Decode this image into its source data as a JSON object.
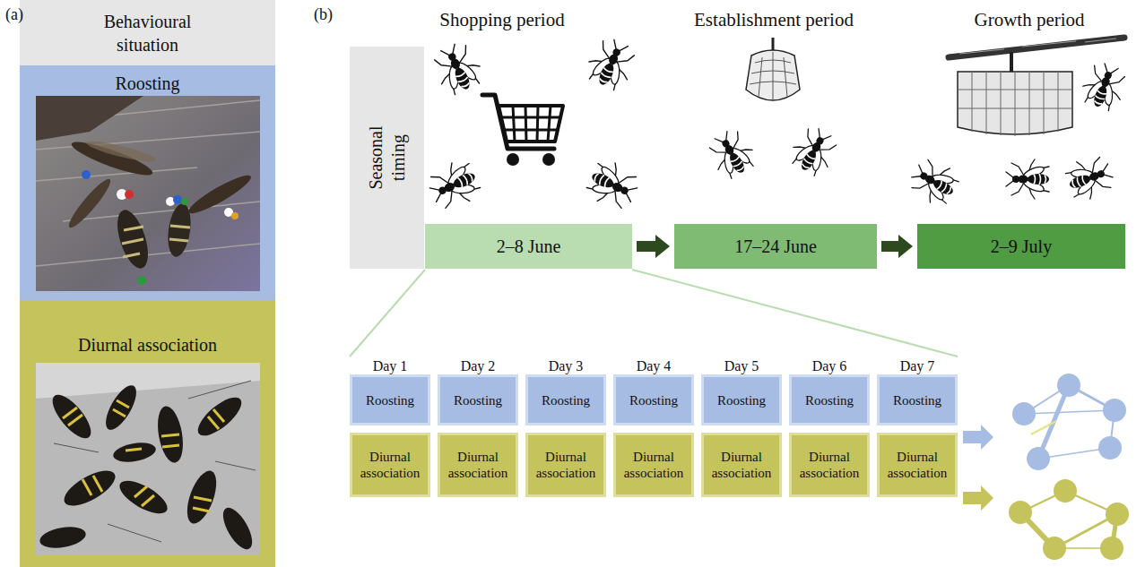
{
  "diagram": {
    "nodes": [
      {
        "text": [
          "Behavioural situation"
        ]
      },
      {
        "text": [
          "Roosting"
        ]
      },
      {
        "text": [
          "Diurnal association"
        ]
      },
      {
        "text": [
          "Seasonal timing"
        ]
      },
      {
        "text": [
          "2–8 June"
        ]
      },
      {
        "text": [
          "17–24 June"
        ]
      },
      {
        "text": [
          "2–9 July"
        ]
      },
      {
        "text": [
          "Roosting"
        ]
      },
      {
        "text": [
          "Roosting"
        ]
      },
      {
        "text": [
          "Roosting"
        ]
      },
      {
        "text": [
          "Roosting"
        ]
      },
      {
        "text": [
          "Roosting"
        ]
      },
      {
        "text": [
          "Roosting"
        ]
      },
      {
        "text": [
          "Roosting"
        ]
      },
      {
        "text": [
          "Diurnal association"
        ]
      },
      {
        "text": [
          "Diurnal association"
        ]
      },
      {
        "text": [
          "Diurnal association"
        ]
      },
      {
        "text": [
          "Diurnal association"
        ]
      },
      {
        "text": [
          "Diurnal association"
        ]
      },
      {
        "text": [
          "Diurnal association"
        ]
      },
      {
        "text": [
          "Diurnal association"
        ]
      }
    ],
    "edges": [
      {
        "from": 4,
        "to": 5,
        "arrow": "to"
      },
      {
        "from": 5,
        "to": 6,
        "arrow": "to"
      }
    ],
    "labels": [
      "(a)",
      "(b)",
      "Shopping period",
      "Establishment period",
      "Growth period",
      "Day 1",
      "Day 2",
      "Day 3",
      "Day 4",
      "Day 5",
      "Day 6",
      "Day 7"
    ]
  }
}
